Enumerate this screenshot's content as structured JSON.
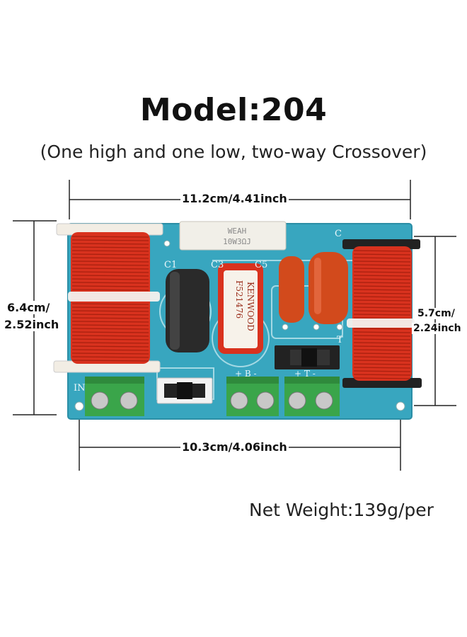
{
  "title": "Model:204",
  "subtitle": "(One high and one low, two-way Crossover)",
  "dimensions": {
    "top": "11.2cm/4.41inch",
    "left_cm": "6.4cm/",
    "left_in": "2.52inch",
    "right_cm": "5.7cm/",
    "right_in": "2.24inch",
    "bottom": "10.3cm/4.06inch"
  },
  "weight": "Net Weight:139g/per",
  "board_labels": {
    "resistor_line1": "WEAH",
    "resistor_line2": "10W3ΩJ",
    "cap_brand": "KENWOOD",
    "cap_code": "F521476",
    "c1": "C1",
    "c3": "C3",
    "c5": "C5",
    "c": "C",
    "in": "IN",
    "b_terminal": "+ B -",
    "t_terminal": "+ T -",
    "t": "T"
  },
  "colors": {
    "board": "#38a6bf",
    "coil": "#d9321e",
    "cap_black": "#2a2a2a",
    "cap_orange": "#d24a1c",
    "terminal": "#3aa54a"
  }
}
